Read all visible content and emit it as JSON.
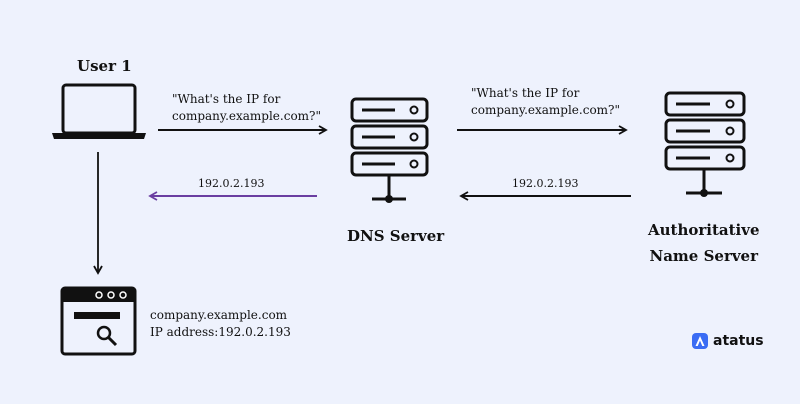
{
  "nodes": {
    "user": {
      "label": "User 1"
    },
    "dns": {
      "label": "DNS Server"
    },
    "auth": {
      "label_line1": "Authoritative",
      "label_line2": "Name Server"
    }
  },
  "arrows": {
    "query1": {
      "line1": "\"What's the IP for",
      "line2": "company.example.com?\""
    },
    "query2": {
      "line1": "\"What's the IP for",
      "line2": "company.example.com?\""
    },
    "reply_auth": {
      "label": "192.0.2.193"
    },
    "reply_user": {
      "label": "192.0.2.193"
    }
  },
  "result": {
    "line1": "company.example.com",
    "line2": "IP address:192.0.2.193"
  },
  "brand": {
    "name": "atatus"
  },
  "colors": {
    "background": "#eef2fd",
    "reply_arrow": "#6a3ea1",
    "brand": "#3a6cf4"
  }
}
